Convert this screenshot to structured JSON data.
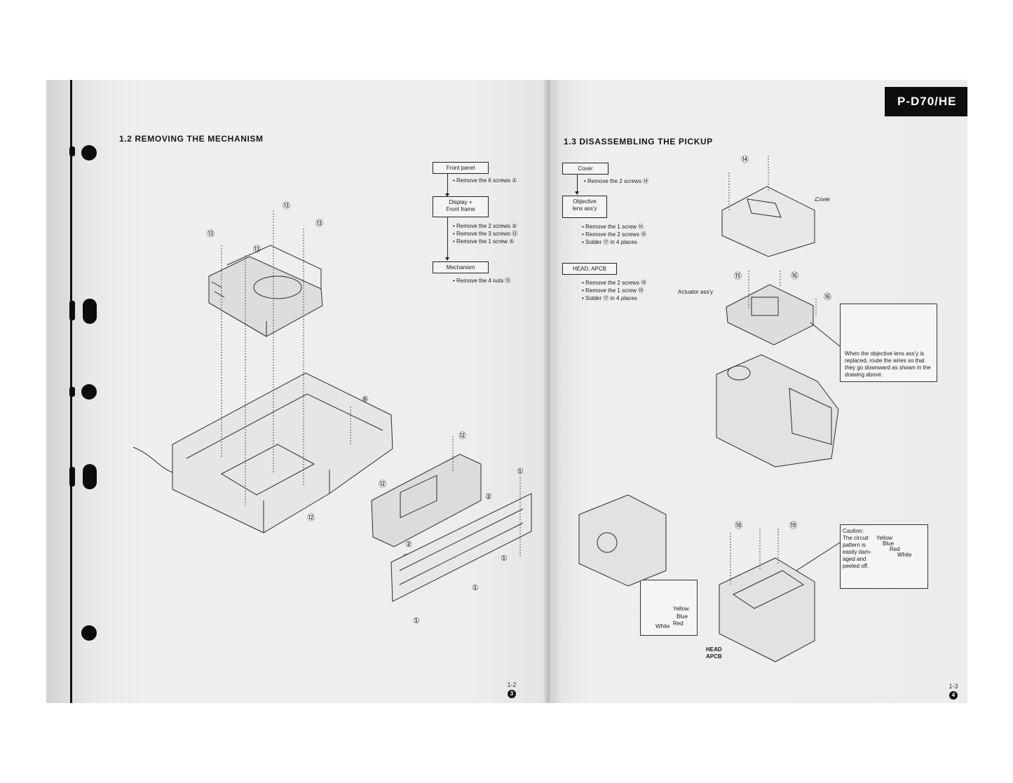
{
  "left_page": {
    "section_title": "1.2  REMOVING  THE  MECHANISM",
    "flow": [
      {
        "box": "Front panel",
        "steps": [
          "Remove the 6 screws ①"
        ]
      },
      {
        "box": "Display +\nFront frame",
        "steps": [
          "Remove the 2 screws ②",
          "Remove the 3 screws ⑫",
          "Remove the 1 screw ⑤"
        ]
      },
      {
        "box": "Mechanism",
        "steps": [
          "Remove the 4 nuts ⑬"
        ]
      }
    ],
    "part_numbers": {
      "n13": "⑬",
      "n6": "⑥",
      "n12": "⑫",
      "n1": "①",
      "n2": "②"
    },
    "page_number": "1-2",
    "page_badge": "3"
  },
  "right_page": {
    "model_tab": "P-D70/HE",
    "section_title": "1.3  DISASSEMBLING  THE  PICKUP",
    "flow": [
      {
        "box": "Cover",
        "steps": [
          "Remove the 2 screws ⑭"
        ]
      },
      {
        "box": "Objective\nlens ass'y",
        "steps": [
          "Remove the 1 screw ⑮",
          "Remove the 2 screws ⑯",
          "Solder ⑰ in 4 places"
        ]
      },
      {
        "box": "HEAD, APCB",
        "steps": [
          "Remove the 2 screws ⑱",
          "Remove the 1 screw ⑲",
          "Solder ⑰ in 4 places"
        ]
      }
    ],
    "labels": {
      "cover": "Cover",
      "actuator": "Actuator ass'y",
      "head_apcb": "HEAD\nAPCB",
      "yellow": "Yellow",
      "blue": "Blue",
      "red": "Red",
      "white": "White"
    },
    "part_numbers": {
      "n14": "⑭",
      "n15": "⑮",
      "n16": "⑯",
      "n17": "⑰",
      "n18": "⑱",
      "n19": "⑲"
    },
    "note_box": "When the objective lens ass'y is replaced, route the wires so that they go downward as shown in the drawing above.",
    "caution_box": {
      "text": "Caution:\nThe circuit\npattern is\neasily dam-\naged and\npeeled off.",
      "yellow": "Yellow",
      "blue": "Blue",
      "red": "Red",
      "white": "White"
    },
    "page_number": "1-3",
    "page_badge": "4"
  }
}
